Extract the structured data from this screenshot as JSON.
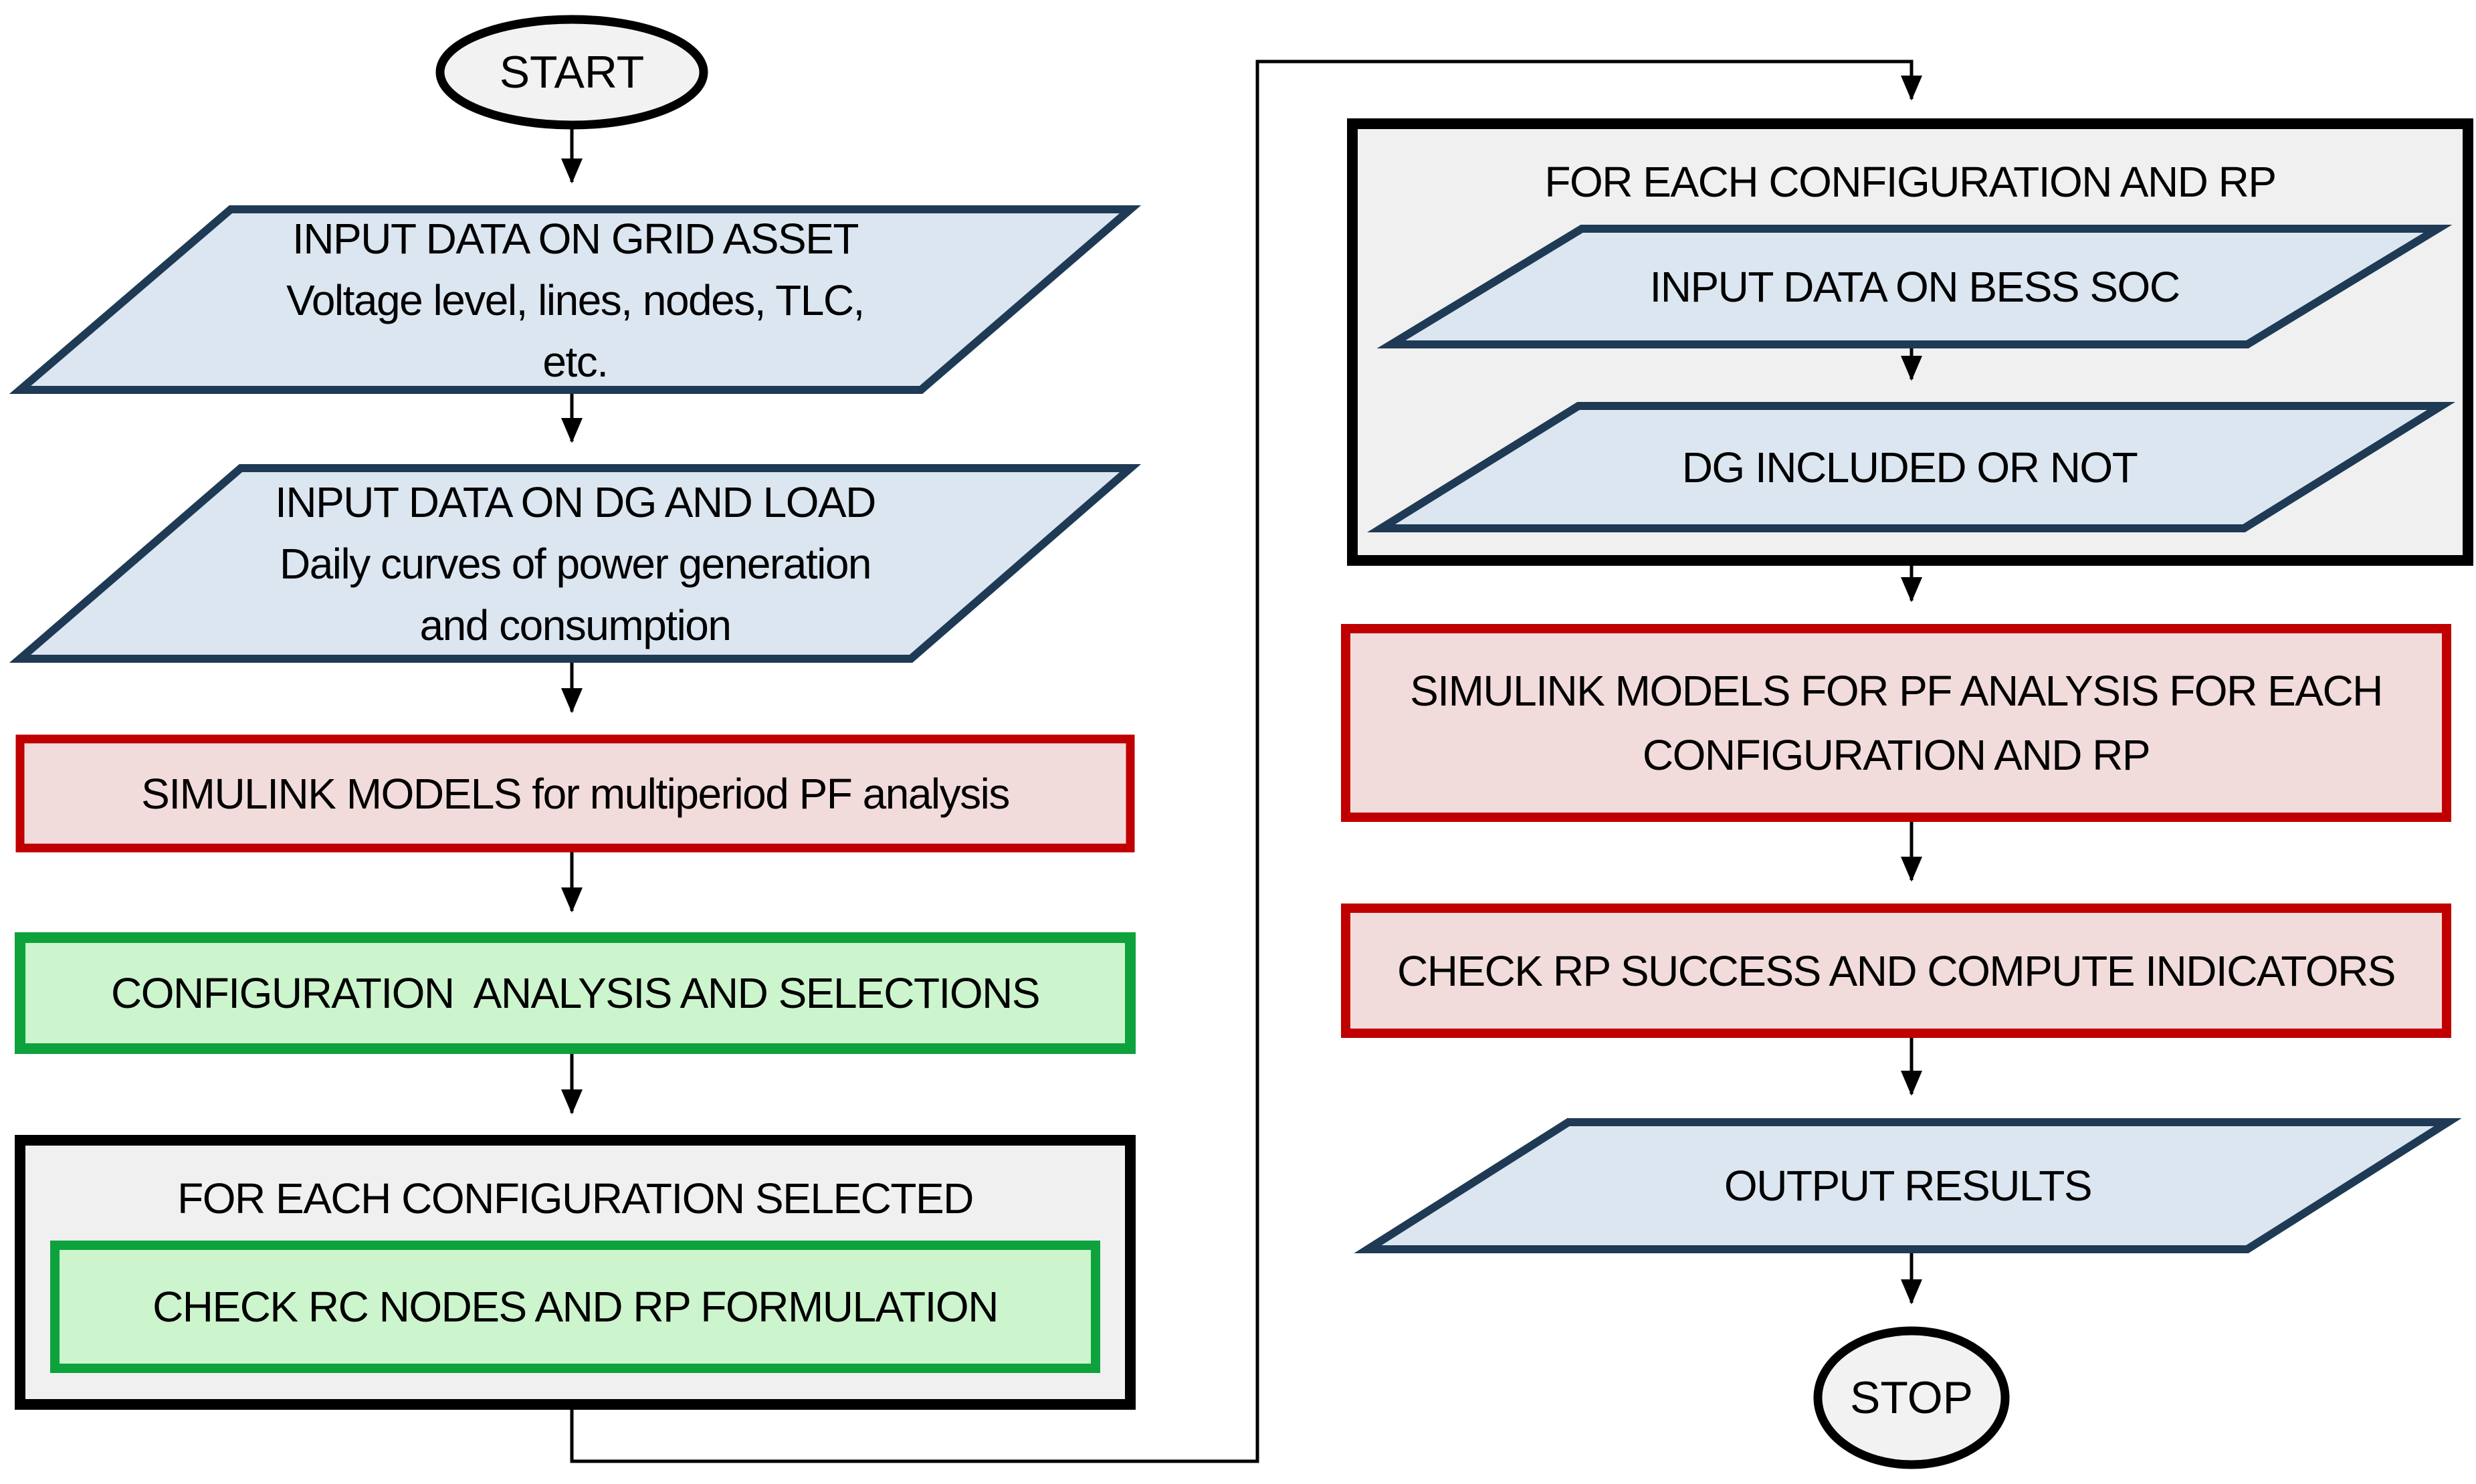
{
  "nodes": {
    "start": {
      "label": "START"
    },
    "input_grid": {
      "line1": "INPUT DATA ON GRID ASSET",
      "line2": "Voltage level, lines, nodes, TLC,",
      "line3": "etc."
    },
    "input_dg_load": {
      "line1": "INPUT DATA ON DG AND LOAD",
      "line2": "Daily curves of power generation",
      "line3": "and consumption"
    },
    "simulink_multiperiod": {
      "label": "SIMULINK MODELS for multiperiod PF analysis"
    },
    "config_analysis": {
      "label": "CONFIGURATION  ANALYSIS AND SELECTIONS"
    },
    "loop_config_selected": {
      "title": "FOR EACH CONFIGURATION SELECTED",
      "check_rc": "CHECK RC NODES AND RP FORMULATION"
    },
    "loop_config_rp": {
      "title": "FOR EACH CONFIGURATION AND RP",
      "input_bess": "INPUT DATA ON BESS SOC",
      "dg_included": "DG INCLUDED OR NOT"
    },
    "simulink_each": {
      "line1": "SIMULINK MODELS FOR PF ANALYSIS FOR EACH",
      "line2": "CONFIGURATION AND RP"
    },
    "check_rp": {
      "label": "CHECK RP SUCCESS AND COMPUTE INDICATORS"
    },
    "output_results": {
      "label": "OUTPUT RESULTS"
    },
    "stop": {
      "label": "STOP"
    }
  },
  "colors": {
    "io_fill": "#dce6f1",
    "io_border": "#1f3a54",
    "process_fill": "#f2dcdb",
    "process_border": "#c00000",
    "green_fill": "#ccf5cd",
    "green_border": "#0da23c",
    "terminator_fill": "#f2f2f2",
    "loop_container_fill": "#f0f0f0",
    "outline": "#000000"
  }
}
